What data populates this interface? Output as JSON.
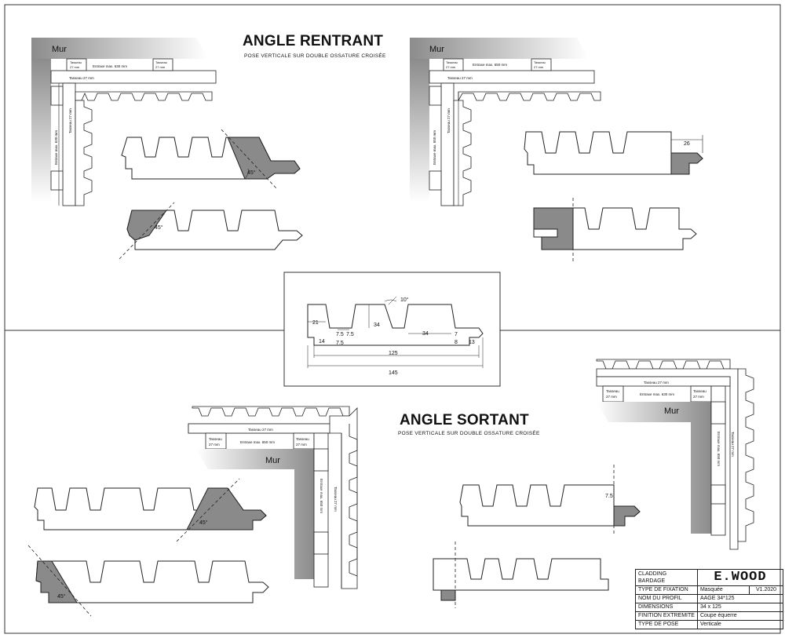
{
  "top_section": {
    "title": "ANGLE RENTRANT",
    "subtitle": "POSE VERTICALE SUR DOUBLE OSSATURE CROISÉE"
  },
  "bottom_section": {
    "title": "ANGLE SORTANT",
    "subtitle": "POSE VERTICALE SUR DOUBLE OSSATURE CROISÉE"
  },
  "labels": {
    "wall": "Mur",
    "tasseau_27": "Tasseau 27 mm",
    "tasseau_short": "Tasseau 27 mm",
    "entraxe_630": "Entraxe max. 630 mm",
    "entraxe_650": "Entraxe max. 650 mm",
    "angle_45": "45°",
    "dim_26": "26",
    "dim_7_5": "7.5"
  },
  "profile_dims": {
    "angle": "10°",
    "d21": "21",
    "d34a": "34",
    "d34b": "34",
    "d7_5a": "7.5",
    "d7_5b": "7.5",
    "d7_5c": "7.5",
    "d14": "14",
    "d7": "7",
    "d8": "8",
    "d13": "13",
    "d125": "125",
    "d145": "145"
  },
  "title_block": {
    "cladding": "CLADDING",
    "bardage": "BARDAGE",
    "brand": "E.WOOD",
    "version": "V1.2020",
    "rows": [
      {
        "label": "TYPE DE FIXATION",
        "value": "Masquée"
      },
      {
        "label": "NOM DU PROFIL",
        "value": "AAGE 34*125"
      },
      {
        "label": "DIMENSIONS",
        "value": "34 x 125"
      },
      {
        "label": "FINITION EXTREMITE",
        "value": "Coupe équerre"
      },
      {
        "label": "TYPE DE POSE",
        "value": "Verticale"
      }
    ]
  },
  "colors": {
    "cut_fill": "#8a8a8a",
    "wall_dark": "#8c8c8c",
    "line": "#111111"
  }
}
